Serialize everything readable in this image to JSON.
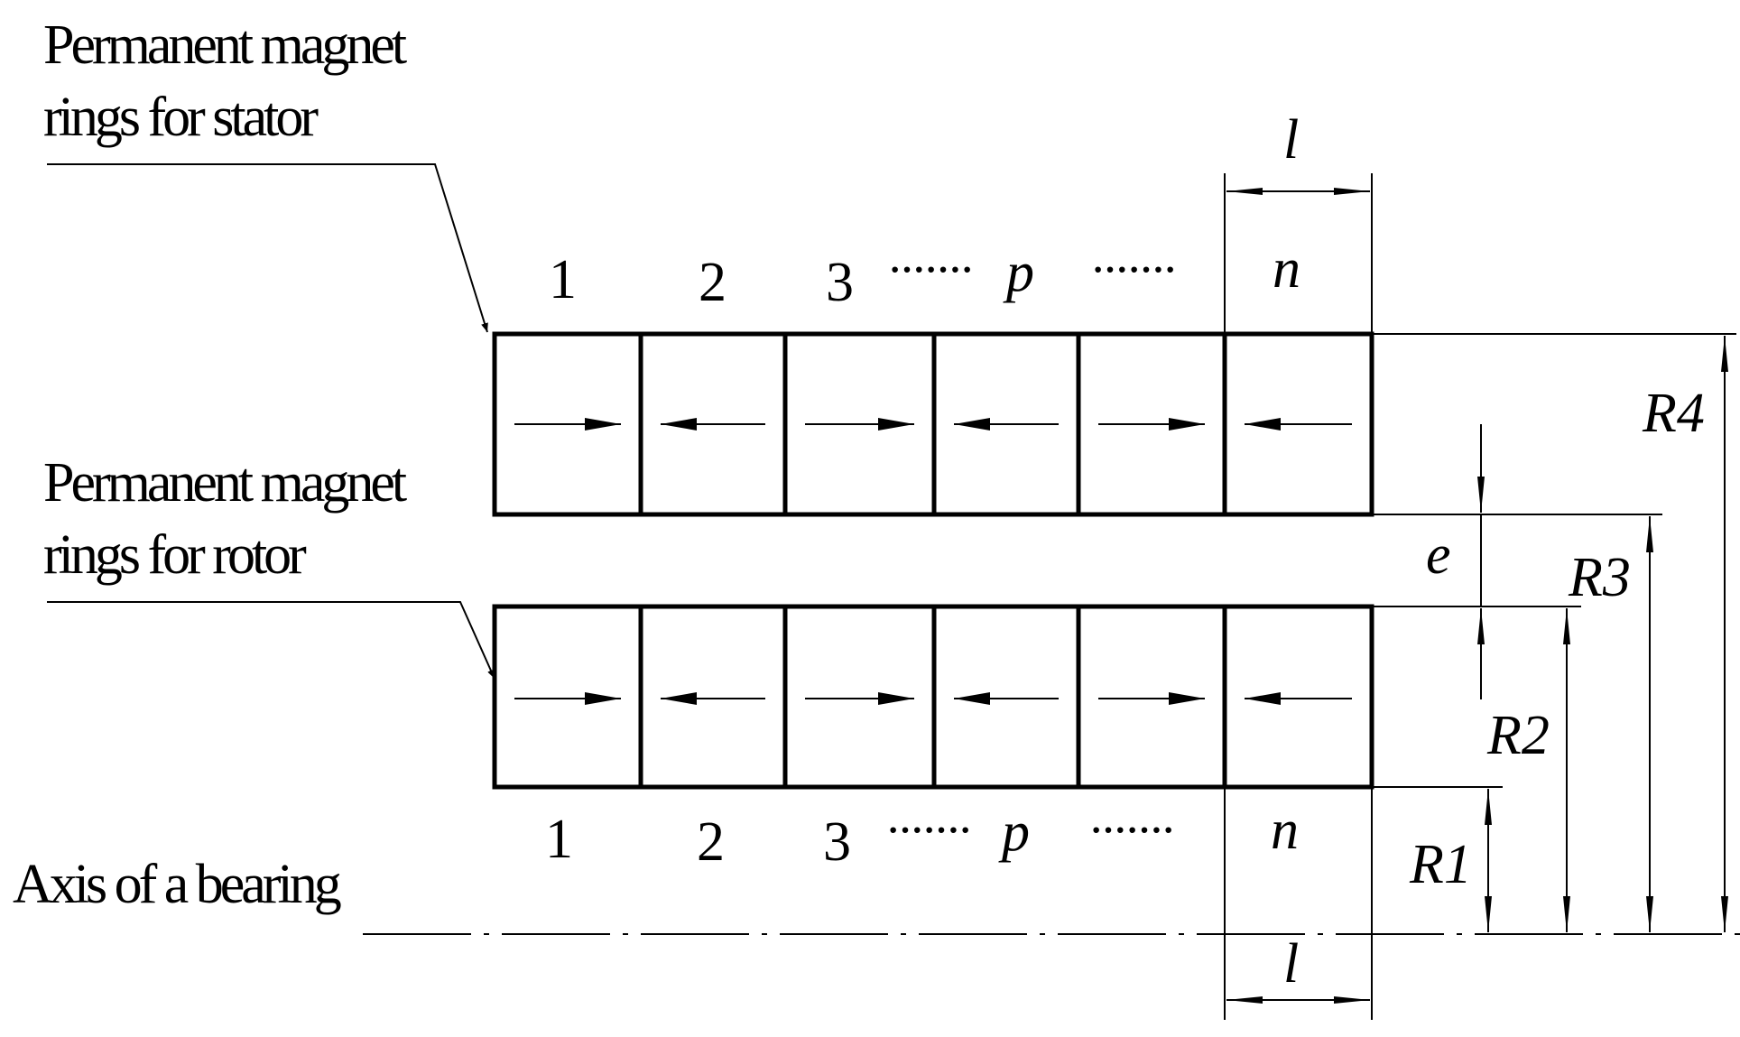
{
  "labels": {
    "stator_line1": "Permanent magnet",
    "stator_line2": "rings for stator",
    "rotor_line1": "Permanent magnet",
    "rotor_line2": "rings for rotor",
    "axis": "Axis of a bearing"
  },
  "ring_numbers_top": {
    "n1": "1",
    "n2": "2",
    "n3": "3",
    "dots1": "·······",
    "p": "p",
    "dots2": "·······",
    "n": "n"
  },
  "ring_numbers_bottom": {
    "n1": "1",
    "n2": "2",
    "n3": "3",
    "dots1": "·······",
    "p": "p",
    "dots2": "·······",
    "n": "n"
  },
  "dimensions": {
    "l_top": "l",
    "l_bottom": "l",
    "e": "e",
    "R1": "R1",
    "R2": "R2",
    "R3": "R3",
    "R4": "R4"
  },
  "magnetization": {
    "stator": [
      "right",
      "left",
      "right",
      "left",
      "right",
      "left"
    ],
    "rotor": [
      "right",
      "left",
      "right",
      "left",
      "right",
      "left"
    ]
  }
}
